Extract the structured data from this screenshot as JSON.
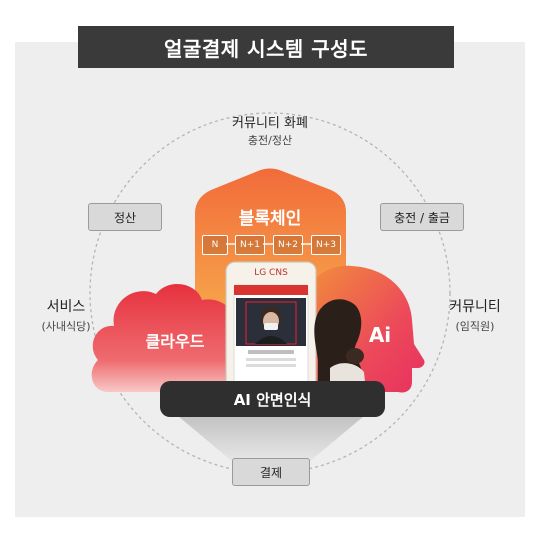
{
  "title": "얼굴결제 시스템 구성도",
  "top_label": {
    "title": "커뮤니티 화폐",
    "sub": "충전/정산"
  },
  "left_box": "정산",
  "right_box": "충전 / 출금",
  "left_label": {
    "title": "서비스",
    "sub": "(사내식당)"
  },
  "right_label": {
    "title": "커뮤니티",
    "sub": "(임직원)"
  },
  "blockchain": {
    "title": "블록체인",
    "chain": [
      "N",
      "N+1",
      "N+2",
      "N+3"
    ]
  },
  "cloud": "클라우드",
  "ai_head": "Ai",
  "ai_bar": "AI 안면인식",
  "bottom_box": "결제",
  "device": {
    "brand": "LG CNS"
  },
  "colors": {
    "orange": "#f07a2e",
    "red": "#e8433a",
    "pink": "#ea3b63",
    "dark": "#2f2f2f"
  }
}
